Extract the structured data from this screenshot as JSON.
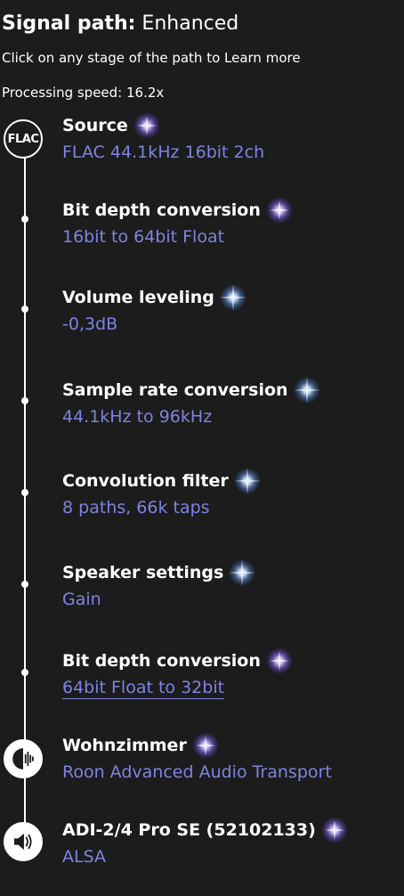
{
  "header": {
    "title_label": "Signal path:",
    "title_value": "Enhanced",
    "subtitle": "Click on any stage of the path to Learn more",
    "processing_speed": "Processing speed: 16.2x"
  },
  "source_node": {
    "label": "FLAC"
  },
  "colors": {
    "background": "#1c1c1d",
    "accent": "#7f83e0",
    "sparkle_purple": "#a58cff",
    "sparkle_blue": "#8ab8ff"
  },
  "stages": [
    {
      "title": "Source",
      "detail": "FLAC 44.1kHz 16bit 2ch",
      "quality_icon": "purple-sparkle-icon"
    },
    {
      "title": "Bit depth conversion",
      "detail": "16bit to 64bit Float",
      "quality_icon": "purple-sparkle-icon"
    },
    {
      "title": "Volume leveling",
      "detail": "-0,3dB",
      "quality_icon": "blue-star-icon"
    },
    {
      "title": "Sample rate conversion",
      "detail": "44.1kHz to 96kHz",
      "quality_icon": "blue-star-icon"
    },
    {
      "title": "Convolution filter",
      "detail": "8 paths, 66k taps",
      "quality_icon": "blue-star-icon"
    },
    {
      "title": "Speaker settings",
      "detail": "Gain",
      "quality_icon": "blue-star-icon"
    },
    {
      "title": "Bit depth conversion",
      "detail": "64bit Float to 32bit",
      "quality_icon": "purple-sparkle-icon"
    },
    {
      "title": "Wohnzimmer",
      "detail": "Roon Advanced Audio Transport",
      "quality_icon": "purple-sparkle-icon",
      "node_icon": "roon-ready-icon"
    },
    {
      "title": "ADI-2/4 Pro SE (52102133)",
      "detail": "ALSA",
      "quality_icon": "purple-sparkle-icon",
      "node_icon": "speaker-icon"
    }
  ]
}
